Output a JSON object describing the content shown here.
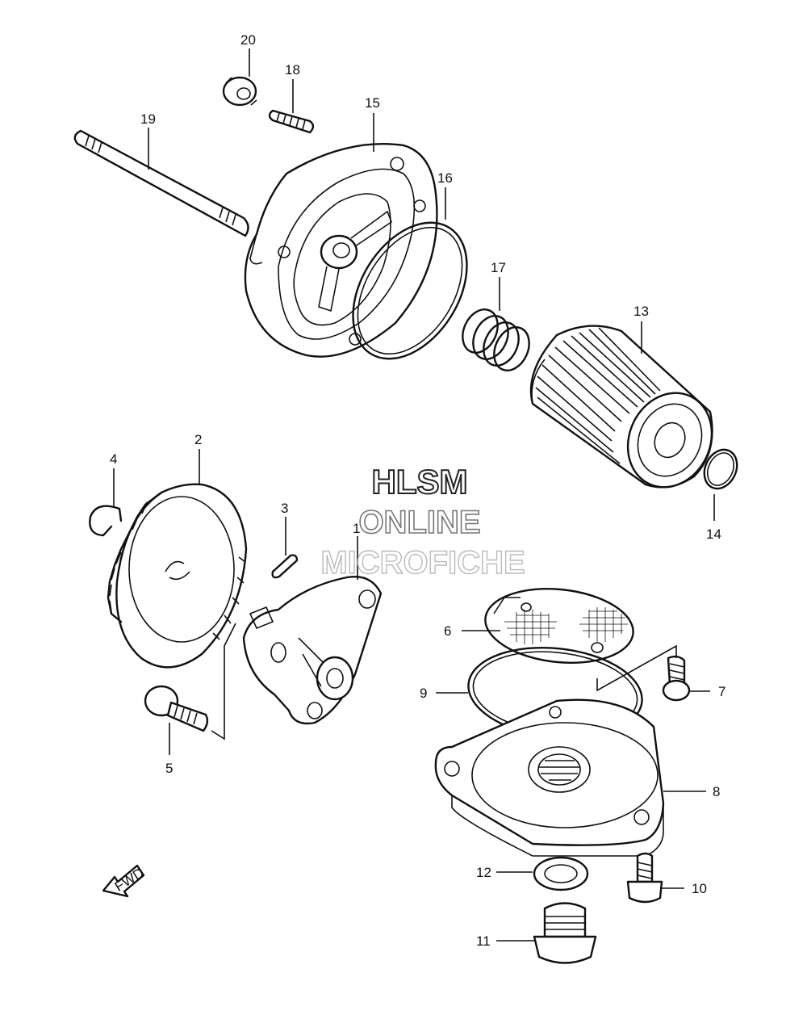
{
  "watermark": {
    "line1": "HLSM",
    "line2": "ONLINE",
    "line3": "MICROFICHE"
  },
  "fwd_label": "FWD",
  "callouts": [
    "1",
    "2",
    "3",
    "4",
    "5",
    "6",
    "7",
    "8",
    "9",
    "10",
    "11",
    "12",
    "13",
    "14",
    "15",
    "16",
    "17",
    "18",
    "19",
    "20"
  ]
}
